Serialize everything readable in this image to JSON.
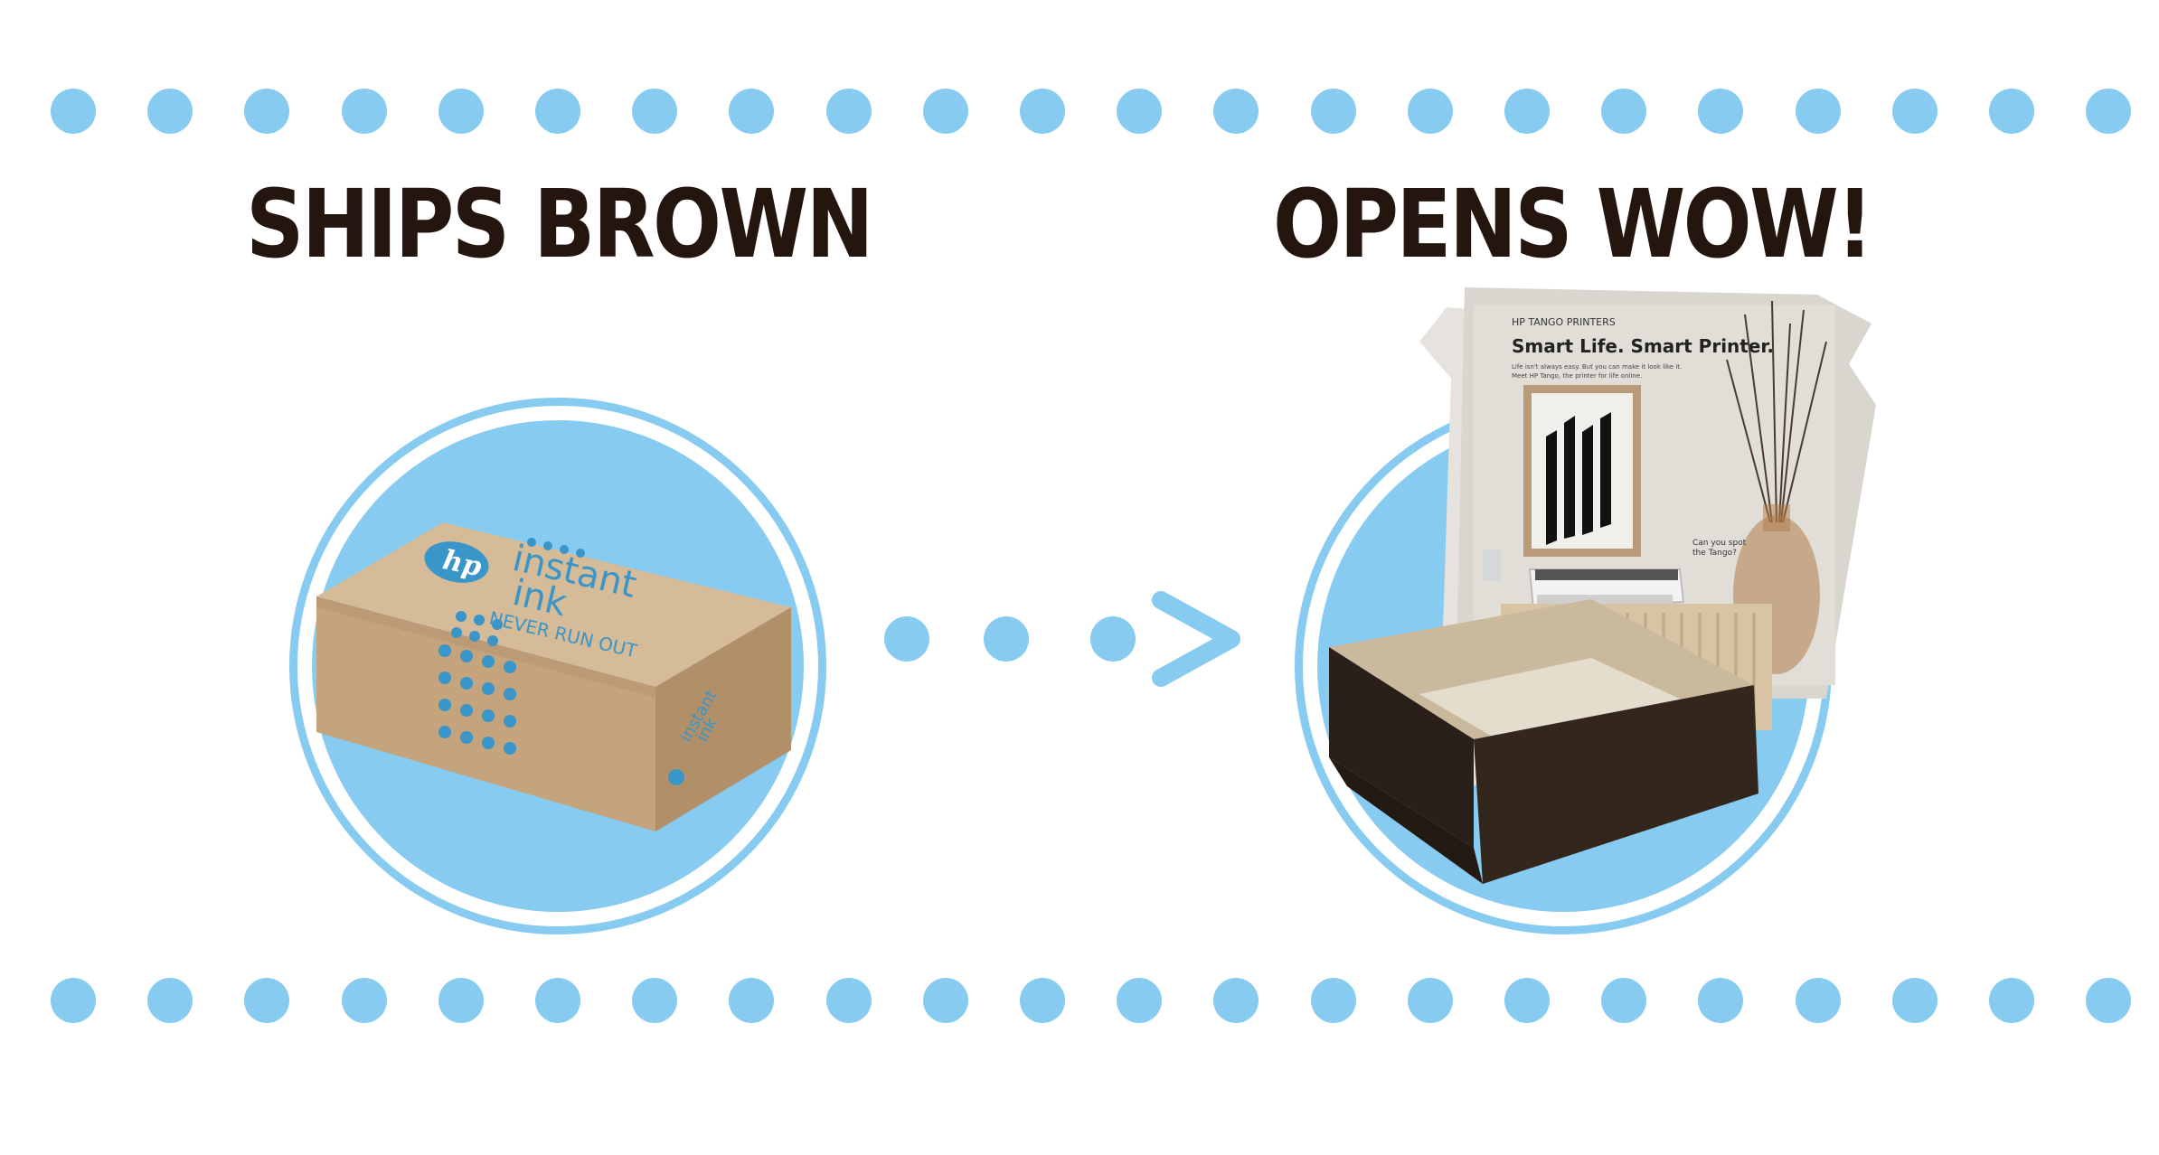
{
  "headings": {
    "left": "SHIPS BROWN",
    "right": "OPENS WOW!"
  },
  "left_box": {
    "brand_logo_text": "hp",
    "brand_line1": "instant",
    "brand_line2": "ink",
    "tagline": "NEVER RUN OUT",
    "side_line1": "instant",
    "side_line2": "ink"
  },
  "right_box": {
    "lid_kicker": "HP TANGO PRINTERS",
    "lid_title": "Smart Life. Smart Printer.",
    "lid_body_line1": "Life isn't always easy. But you can make it look like it.",
    "lid_body_line2": "Meet HP Tango, the printer for life online.",
    "callout_line1": "Can you spot",
    "callout_line2": "the Tango?"
  },
  "colors": {
    "accent_blue": "#87cbf0",
    "heading_brown": "#24150f",
    "kraft": "#c7a983",
    "dark_box": "#2b2019"
  },
  "icons": [
    "dot-separator",
    "arrow-right-icon"
  ]
}
